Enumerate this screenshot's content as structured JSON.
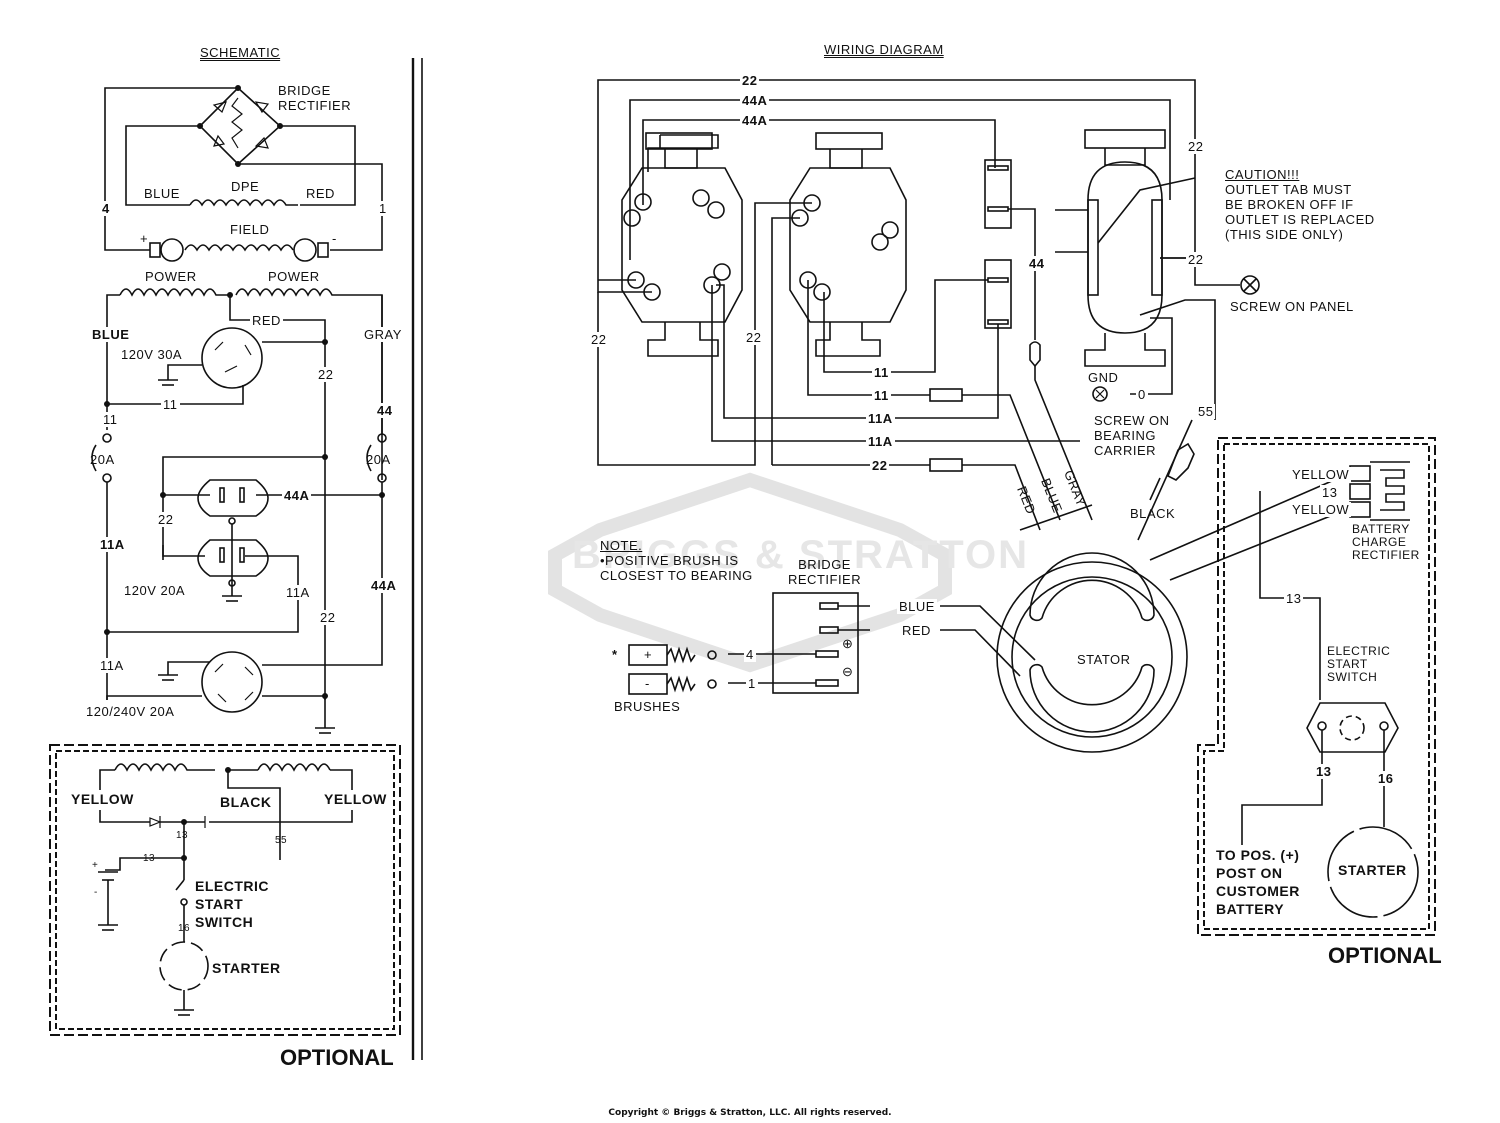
{
  "watermark": {
    "text": "BRIGGS & STRATTON"
  },
  "schematic": {
    "title": "SCHEMATIC",
    "bridge_rectifier": [
      "BRIDGE",
      "RECTIFIER"
    ],
    "dpe_label": "DPE",
    "field_label": "FIELD",
    "wire_blue_top": "BLUE",
    "wire_red_top": "RED",
    "field_plus": "+",
    "field_minus": "-",
    "wire4": "4",
    "wire1": "1",
    "power_left": "POWER",
    "power_right": "POWER",
    "blue": "BLUE",
    "gray": "GRAY",
    "red_tap": "RED",
    "outlet_30a": "120V  30A",
    "wire_11_mid": "11",
    "wire_11_left": "11",
    "wire_44_right": "44",
    "wire_22_right": "22",
    "breaker_left": "20A",
    "breaker_right": "20A",
    "wire_44a_dup": "44A",
    "wire_22_dup": "22",
    "wire_11a_left": "11A",
    "outlet_20a": "120V  20A",
    "wire_11a_dup": "11A",
    "wire_44a_right": "44A",
    "wire_22_lower": "22",
    "wire_11a_lower": "11A",
    "outlet_240": "120/240V  20A",
    "optional_yellow_left": "YELLOW",
    "optional_black": "BLACK",
    "optional_yellow_right": "YELLOW",
    "optional_13a": "13",
    "optional_13b": "13",
    "optional_55": "55",
    "optional_16": "16",
    "battery_plus": "+",
    "battery_minus": "-",
    "electric_start_switch": [
      "ELECTRIC",
      "START",
      "SWITCH"
    ],
    "starter": "STARTER",
    "optional": "OPTIONAL"
  },
  "wiring": {
    "title": "WIRING DIAGRAM",
    "top_22": "22",
    "top_44a_1": "44A",
    "top_44a_2": "44A",
    "right_22_top": "22",
    "right_22_mid": "22",
    "left_22": "22",
    "mid_22": "22",
    "wire_44": "44",
    "wire_11_a": "11",
    "wire_11_b": "11",
    "wire_11a_a": "11A",
    "wire_11a_b": "11A",
    "wire_22_bottom": "22",
    "caution": {
      "heading": "CAUTION!!!",
      "lines": [
        "OUTLET TAB MUST",
        "BE BROKEN OFF IF",
        "OUTLET IS REPLACED",
        "(THIS SIDE ONLY)"
      ]
    },
    "screw_on_panel": "SCREW ON PANEL",
    "gnd": "GND",
    "wire_0": "0",
    "screw_bearing": [
      "SCREW ON",
      "BEARING",
      "CARRIER"
    ],
    "wire_55": "55",
    "black": "BLACK",
    "red": "RED",
    "blue": "BLUE",
    "gray": "GRAY",
    "stator": "STATOR",
    "note": {
      "heading": "NOTE.",
      "lines": [
        "•POSITIVE BRUSH IS",
        "CLOSEST TO BEARING"
      ]
    },
    "bridge_rectifier": [
      "BRIDGE",
      "RECTIFIER"
    ],
    "br_blue": "BLUE",
    "br_red": "RED",
    "br_4": "4",
    "br_1": "1",
    "br_plus_sym": "⊕",
    "br_minus_sym": "⊖",
    "brush_star": "*",
    "brush_plus": "+",
    "brush_minus": "-",
    "brushes": "BRUSHES",
    "optional_panel": {
      "yellow_1": "YELLOW",
      "wire_13_a": "13",
      "yellow_2": "YELLOW",
      "battery_charge_rectifier": [
        "BATTERY",
        "CHARGE",
        "RECTIFIER"
      ],
      "wire_13_b": "13",
      "electric_start_switch": [
        "ELECTRIC",
        "START",
        "SWITCH"
      ],
      "wire_13_c": "13",
      "wire_16": "16",
      "to_battery": [
        "TO POS. (+)",
        "POST ON",
        "CUSTOMER",
        "BATTERY"
      ],
      "starter": "STARTER",
      "optional": "OPTIONAL"
    }
  },
  "footer": {
    "copyright": "Copyright © Briggs & Stratton, LLC. All rights reserved."
  }
}
